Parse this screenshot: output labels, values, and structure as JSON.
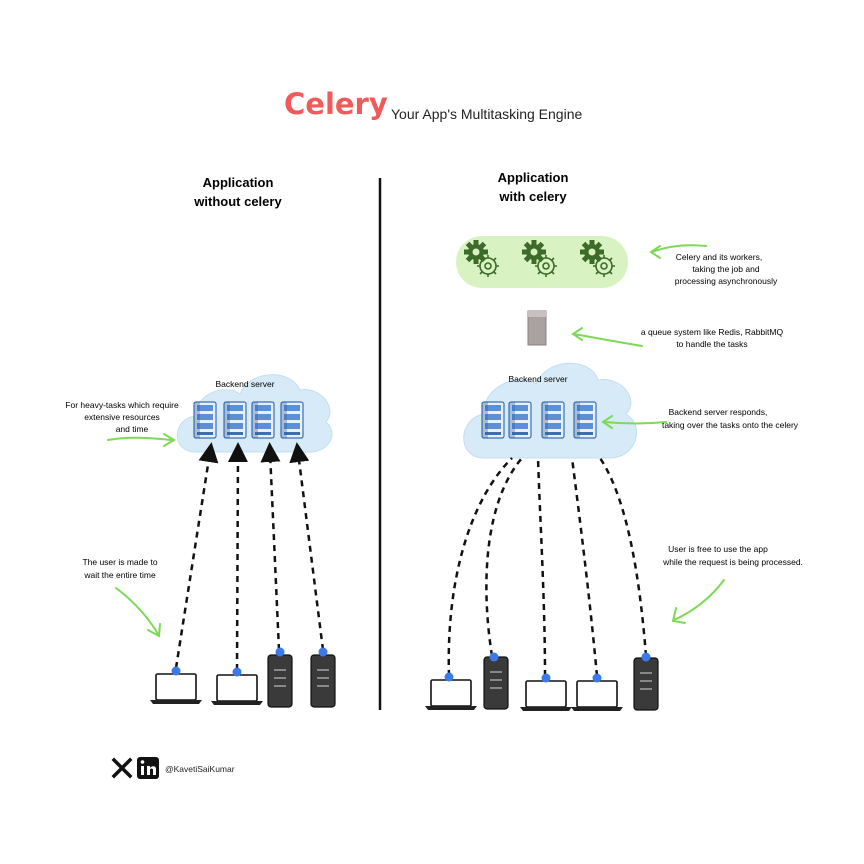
{
  "header": {
    "title": "Celery",
    "subtitle": "Your App's Multitasking Engine"
  },
  "left": {
    "heading_line1": "Application",
    "heading_line2": "without celery",
    "cloud_label": "Backend server",
    "note_heavy_line1": "For heavy-tasks which require",
    "note_heavy_line2": "extensive resources",
    "note_heavy_line3": "and time",
    "note_wait_line1": "The user is made to",
    "note_wait_line2": "wait the entire time"
  },
  "right": {
    "heading_line1": "Application",
    "heading_line2": "with celery",
    "cloud_label": "Backend server",
    "note_workers_line1": "Celery and its workers,",
    "note_workers_line2": "taking the job and",
    "note_workers_line3": "processing asynchronously",
    "note_queue_line1": "a queue system like Redis, RabbitMQ",
    "note_queue_line2": "to handle the tasks",
    "note_backend_line1": "Backend server responds,",
    "note_backend_line2": "taking over the tasks onto the celery",
    "note_free_line1": "User is free to use the app",
    "note_free_line2": "while the request is being processed."
  },
  "footer": {
    "x_icon": "x-logo",
    "linkedin_icon": "linkedin-logo",
    "handle": "@KavetiSaiKumar"
  },
  "colors": {
    "accent": "#f05a5a",
    "arrow_green": "#7ed957",
    "cloud_blue": "#d6ebf7",
    "node_blue": "#3b7be8",
    "workers_bg": "#d9f2c2",
    "gear_green": "#3d6b2a",
    "divider": "#111111"
  }
}
